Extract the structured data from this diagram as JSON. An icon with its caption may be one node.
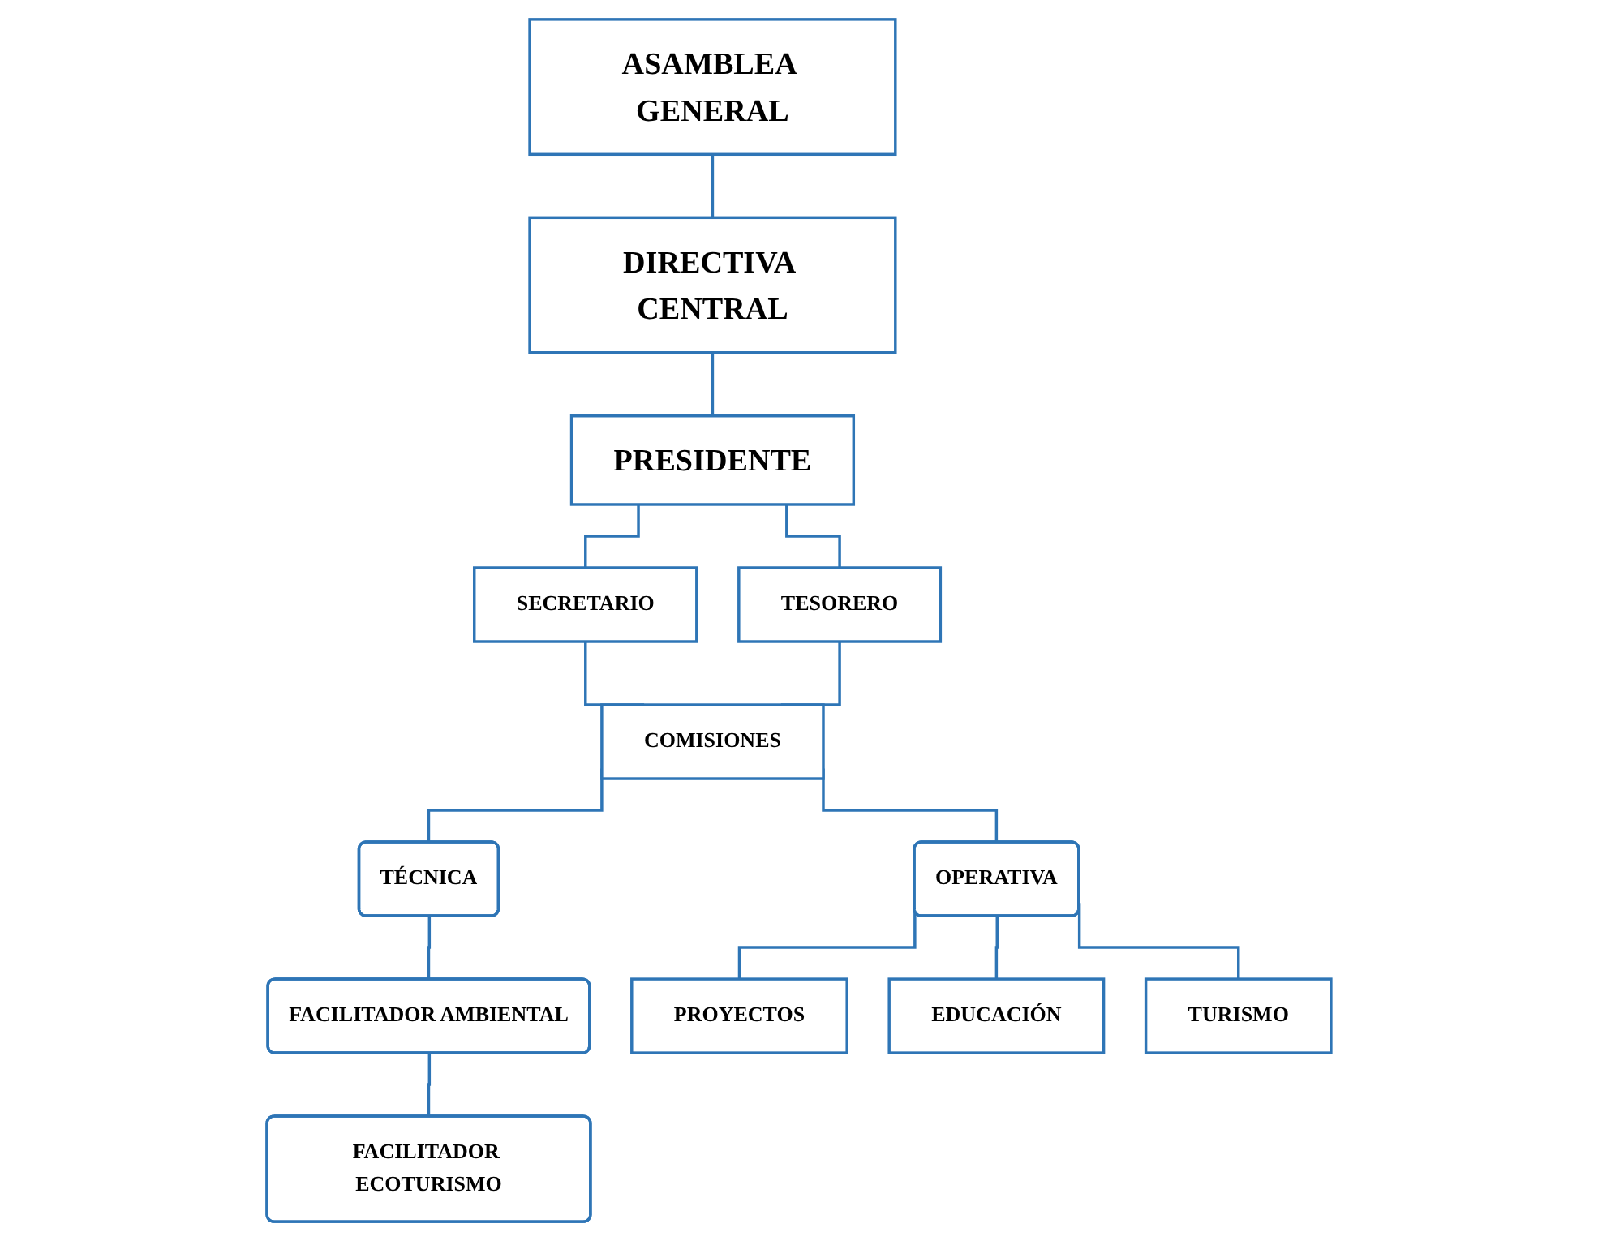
{
  "diagram": {
    "nodes": [
      {
        "text": [
          "ASAMBLEA GENERAL"
        ]
      },
      {
        "text": [
          "DIRECTIVA CENTRAL"
        ]
      },
      {
        "text": [
          "PRESIDENTE"
        ]
      },
      {
        "text": [
          "SECRETARIO"
        ]
      },
      {
        "text": [
          "TESORERO"
        ]
      },
      {
        "text": [
          "COMISIONES"
        ]
      },
      {
        "text": [
          "TÉCNICA"
        ]
      },
      {
        "text": [
          "OPERATIVA"
        ]
      },
      {
        "text": [
          "FACILITADOR AMBIENTAL"
        ]
      },
      {
        "text": [
          "FACILITADOR ECOTURISMO"
        ]
      },
      {
        "text": [
          "PROYECTOS"
        ]
      },
      {
        "text": [
          "EDUCACIÓN"
        ]
      },
      {
        "text": [
          "TURISMO"
        ]
      }
    ],
    "edges": [
      {
        "from": 0,
        "to": 1,
        "arrow": "none"
      },
      {
        "from": 1,
        "to": 2,
        "arrow": "none"
      },
      {
        "from": 2,
        "to": 3,
        "arrow": "none"
      },
      {
        "from": 2,
        "to": 4,
        "arrow": "none"
      },
      {
        "from": 3,
        "to": 5,
        "arrow": "none"
      },
      {
        "from": 4,
        "to": 5,
        "arrow": "none"
      },
      {
        "from": 5,
        "to": 6,
        "arrow": "none"
      },
      {
        "from": 5,
        "to": 7,
        "arrow": "none"
      },
      {
        "from": 6,
        "to": 8,
        "arrow": "none"
      },
      {
        "from": 8,
        "to": 9,
        "arrow": "none"
      },
      {
        "from": 7,
        "to": 10,
        "arrow": "none"
      },
      {
        "from": 7,
        "to": 11,
        "arrow": "none"
      },
      {
        "from": 7,
        "to": 12,
        "arrow": "none"
      }
    ]
  }
}
